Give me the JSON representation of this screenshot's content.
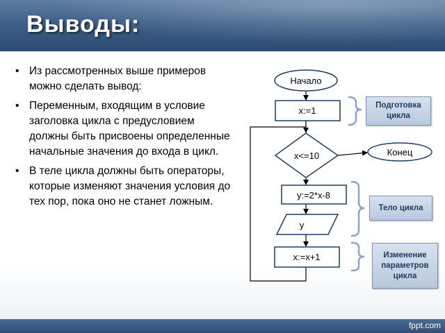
{
  "slide": {
    "title": "Выводы:",
    "bullets": [
      {
        "marker": "•",
        "text": "Из рассмотренных выше примеров можно сделать вывод:"
      },
      {
        "marker": "•",
        "text": " Переменным, входящим в условие заголовка цикла с предусловием должны быть присвоены определенные начальные значения до входа в цикл."
      },
      {
        "marker": "•",
        "text": " В теле цикла должны быть операторы, которые изменяют значения условия до тех пор,  пока оно не станет ложным."
      }
    ],
    "footer": "fppt.com"
  },
  "flowchart": {
    "start": "Начало",
    "init": "x:=1",
    "condition": "x<=10",
    "end": "Конец",
    "body_assign": "y:=2*x-8",
    "output": "y",
    "increment": "x:=x+1",
    "notes": {
      "prep": "Подготовка цикла",
      "body": "Тело цикла",
      "change": "Изменение параметров цикла"
    }
  },
  "colors": {
    "header": "#3d5f88",
    "note_fill": "#c8d5e6",
    "note_text": "#1f3a5f",
    "brace": "#8fa3c0"
  }
}
